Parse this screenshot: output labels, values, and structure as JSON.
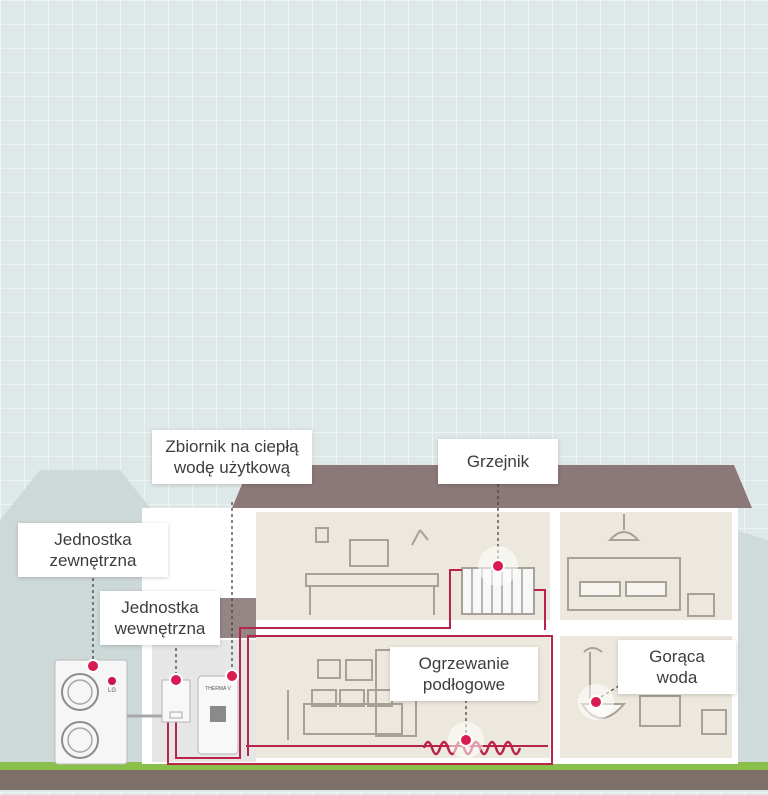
{
  "labels": {
    "outdoor_unit": [
      "Jednostka",
      "zewnętrzna"
    ],
    "indoor_unit": [
      "Jednostka",
      "wewnętrzna"
    ],
    "water_tank": [
      "Zbiornik na ciepłą",
      "wodę użytkową"
    ],
    "radiator": [
      "Grzejnik"
    ],
    "floor_heating": [
      "Ogrzewanie",
      "podłogowe"
    ],
    "hot_water": [
      "Gorąca",
      "woda"
    ]
  },
  "device_marks": {
    "outdoor_brand": "LG",
    "tank_brand": "THERMA V"
  },
  "colors": {
    "background": "#dfe8e8",
    "roof": "#8c7878",
    "wall": "#ffffff",
    "interior": "#ece8dd",
    "pipe": "#b8244a",
    "marker": "#d81b50",
    "ground": "#7d6f6a",
    "grass": "#7cb342"
  }
}
